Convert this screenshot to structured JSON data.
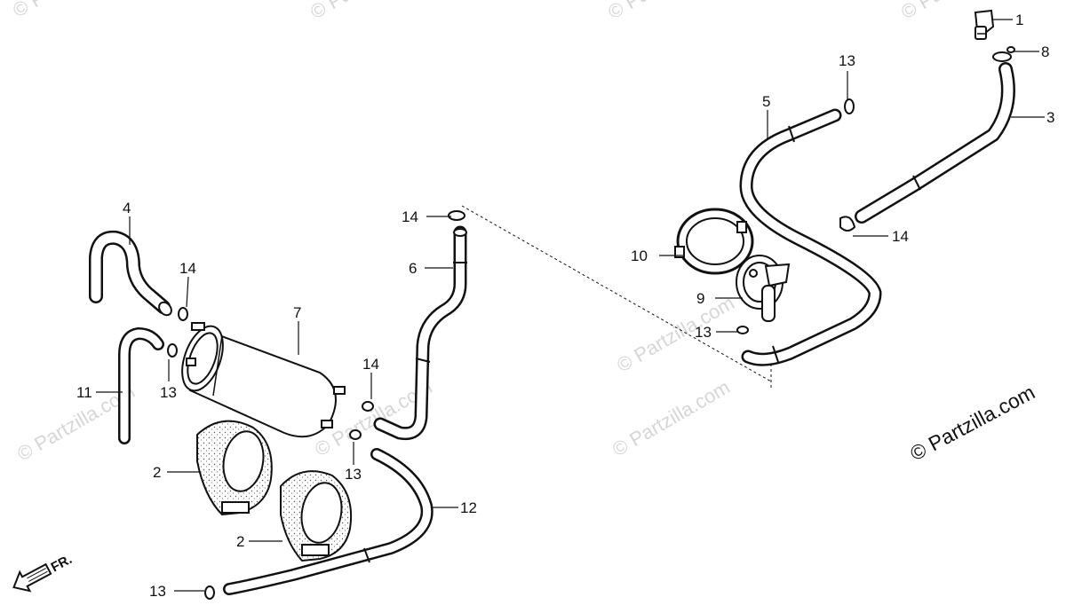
{
  "callouts": {
    "c1": "1",
    "c2a": "2",
    "c2b": "2",
    "c3": "3",
    "c4": "4",
    "c5": "5",
    "c6": "6",
    "c7": "7",
    "c8": "8",
    "c9": "9",
    "c10": "10",
    "c11": "11",
    "c12": "12",
    "c13a": "13",
    "c13b": "13",
    "c13c": "13",
    "c13d": "13",
    "c13e": "13",
    "c14a": "14",
    "c14b": "14",
    "c14c": "14",
    "c14d": "14"
  },
  "copyright": "© Partzilla.com",
  "watermark": "© Partzilla.com",
  "direction_label": "FR.",
  "colors": {
    "ink": "#111111",
    "watermark": "#d6d6d6",
    "background": "#ffffff"
  }
}
